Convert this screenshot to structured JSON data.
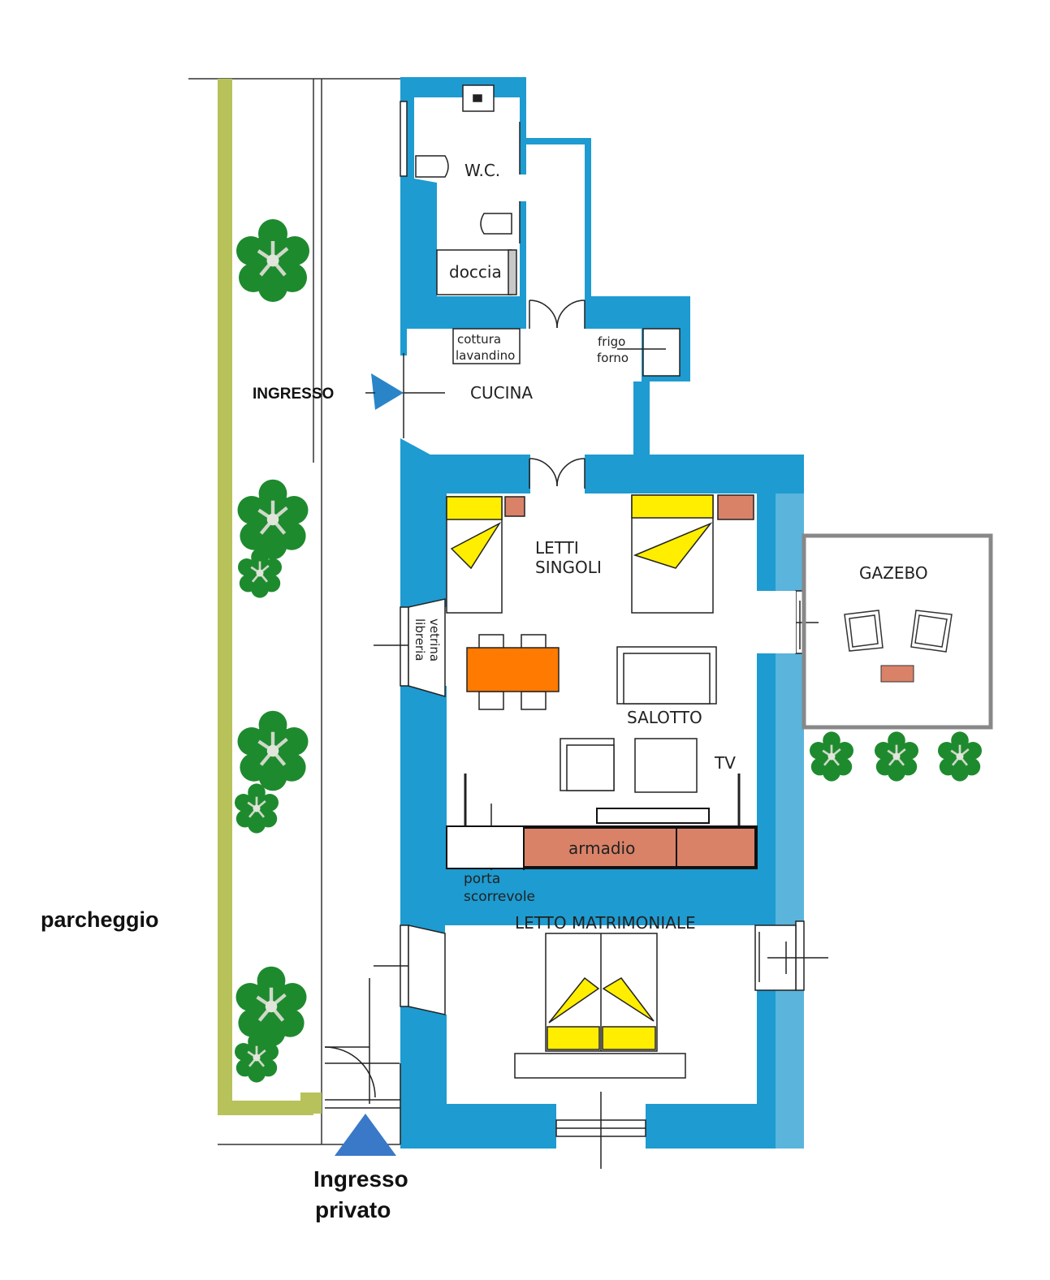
{
  "rooms": {
    "wc": "W.C.",
    "shower": "doccia",
    "cooking_line1": "cottura",
    "cooking_line2": "lavandino",
    "fridge_line1": "frigo",
    "fridge_line2": "forno",
    "kitchen": "CUCINA",
    "singles_line1": "LETTI",
    "singles_line2": "SINGOLI",
    "bookcase_line1": "vetrina",
    "bookcase_line2": "libreria",
    "living": "SALOTTO",
    "tv": "TV",
    "wardrobe": "armadio",
    "sliding_line1": "porta",
    "sliding_line2": "scorrevole",
    "master": "LETTO MATRIMONIALE",
    "gazebo": "GAZEBO"
  },
  "outside": {
    "entrance": "INGRESSO",
    "parking": "parcheggio",
    "private_line1": "Ingresso",
    "private_line2": "privato"
  },
  "colors": {
    "wall": "#1e9bd0",
    "wall_light": "#5ab4dc",
    "hedge": "#b8c25a",
    "bed": "#ffee00",
    "table": "#ff7a00",
    "wardrobe": "#d98268",
    "tree": "#1e8a2e",
    "entrance_marker": "#3a78c8"
  }
}
